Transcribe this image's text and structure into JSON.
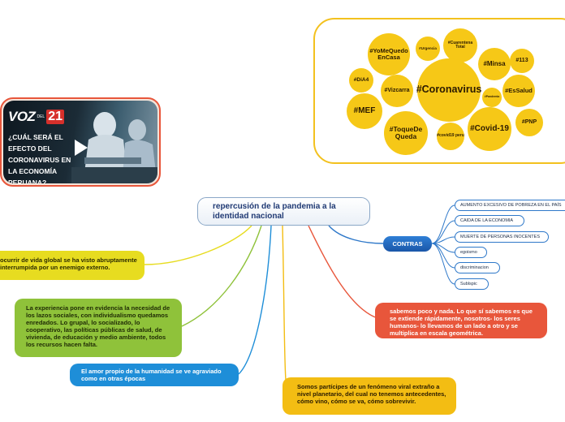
{
  "central_topic": "repercusión de la pandemia a la identidad nacional",
  "branches": {
    "yellow": "ocurrir de vida global se ha visto abruptamente interrumpida por un enemigo externo.",
    "green": "La experiencia pone en evidencia la necesidad de los lazos sociales, con individualismo quedamos enredados. Lo grupal, lo socializado, lo cooperativo, las políticas públicas de salud, de vivienda, de educación y medio ambiente, todos los recursos hacen falta.",
    "blue": "El amor propio de la humanidad se ve agraviado como en otras épocas",
    "orange": "Somos partícipes de un fenómeno viral extraño a nivel planetario, del cual no tenemos antecedentes, cómo vino, cómo se va, cómo sobrevivir.",
    "red": "sabemos poco y nada. Lo que sí sabemos es que se extiende rápidamente, nosotros- los seres humanos- lo llevamos de un lado a otro y se multiplica en escala geométrica."
  },
  "contras": {
    "label": "CONTRAS",
    "items": [
      "AUMENTO EXCESIVO DE POBREZA EN EL PAÍS",
      "CAIDA DE LA ECONOMIA",
      "MUERTE DE PERSONAS INOCENTES",
      "egoismo",
      "discriminacion",
      "Sublspic"
    ]
  },
  "image_card": {
    "logo": "VOZ",
    "logo_small": "DEL",
    "logo_number": "21",
    "headline": "¿CUÁL SERÁ EL EFECTO DEL CORONAVIRUS EN LA ECONOMÍA PERUANA?"
  },
  "hashtags": {
    "yomequedo": "#YoMeQuedo EnCasa",
    "urgencia": "#Urgencia",
    "cuarentena": "#Cuarentena Total",
    "minsa": "#Minsa",
    "n113": "#113",
    "dia4": "#DiA4",
    "vizcarra": "#Vizcarra",
    "coronavirus": "#Coronavirus",
    "pandemia": "#Pandemia",
    "essalud": "#EsSalud",
    "mef": "#MEF",
    "pnp": "#PNP",
    "toquedequeda": "#ToqueDe Queda",
    "covid19peru": "#covid19 peru",
    "covid19": "#Covid-19"
  },
  "colors": {
    "yellow": "#e7dc20",
    "green": "#8fc23a",
    "blue": "#1e8ed8",
    "orange": "#f3bd13",
    "red": "#e8563b",
    "contras": "#1a56a8",
    "bubble": "#f6c817"
  }
}
